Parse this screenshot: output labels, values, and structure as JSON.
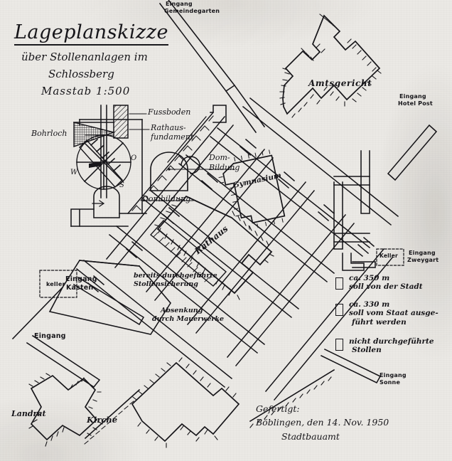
{
  "document": {
    "title_main": "Lageplanskizze",
    "title_line2": "über Stollenanlagen im",
    "title_line3": "Schlossberg",
    "title_line4": "Masstab 1:500"
  },
  "detail_section": {
    "bohrloch": "Bohrloch",
    "fussboden": "Fussboden",
    "rathaus_fundament_l1": "Rathaus-",
    "rathaus_fundament_l2": "fundament",
    "dom_bildung_l1": "Dom-",
    "dom_bildung_l2": "Bildung",
    "dombildung": "Dombildung",
    "compass_west": "W",
    "compass_ost": "O",
    "compass_sued": "S"
  },
  "map_labels": {
    "eingang_gemeindegarten_l1": "Eingang",
    "eingang_gemeindegarten_l2": "Gemeindegarten",
    "amtsgericht": "Amtsgericht",
    "eingang_hotelpost_l1": "Eingang",
    "eingang_hotelpost_l2": "Hotel Post",
    "gymnasium": "Gymnasium",
    "rathaus": "Rathaus",
    "keller_zweygart": "Keller",
    "eingang_zweygart_l1": "Eingang",
    "eingang_zweygart_l2": "Zweygart",
    "keller_kasten": "keller",
    "eingang_kasten_l1": "Eingang",
    "eingang_kasten_l2": "Kasten",
    "eingang_left": "Eingang",
    "eingang_sonne_l1": "Eingang",
    "eingang_sonne_l2": "Sonne",
    "landrat": "Landrat",
    "kirche": "Kirche",
    "stollensicherung_l1": "bereits durchgeführte",
    "stollensicherung_l2": "Stollensicherung",
    "absenkung_l1": "Absenkung",
    "absenkung_l2": "durch Mauerwerke"
  },
  "legend": {
    "items": [
      {
        "length": "ca. 350 m",
        "desc_l1": "soll von der Stadt",
        "desc_l2": ""
      },
      {
        "length": "ca. 330 m",
        "desc_l1": "soll vom Staat ausge-",
        "desc_l2": "führt werden"
      },
      {
        "length": "",
        "desc_l1": "nicht durchgeführte",
        "desc_l2": "Stollen"
      }
    ]
  },
  "signature": {
    "line1": "Gefertigt:",
    "line2": "Böblingen, den 14. Nov. 1950",
    "line3": "Stadtbauamt"
  },
  "colors": {
    "paper": "#ebe9e5",
    "ink": "#17161a"
  }
}
